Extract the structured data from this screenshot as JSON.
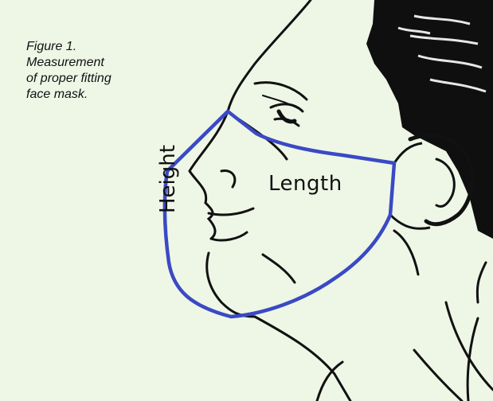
{
  "caption": {
    "line1": "Figure 1.",
    "line2": "Measurement",
    "line3": "of proper fitting",
    "line4": "face mask."
  },
  "labels": {
    "length": "Length",
    "height": "Height"
  },
  "colors": {
    "background": "#eef6e6",
    "mask_outline": "#3a49c4",
    "ink": "#111111"
  }
}
